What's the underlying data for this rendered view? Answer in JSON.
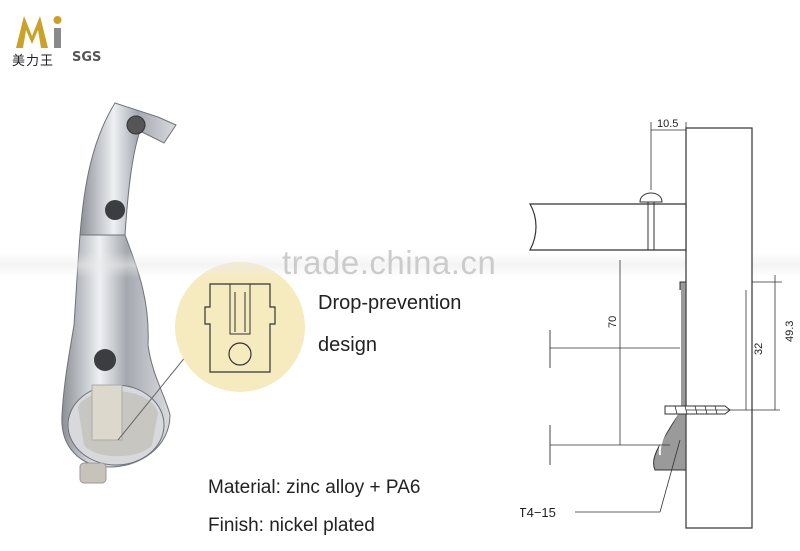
{
  "brand": {
    "chinese_name": "美力王",
    "certification": "SGS"
  },
  "callout": {
    "line1": "Drop-prevention",
    "line2": "design"
  },
  "specs": {
    "material": "Material: zinc alloy + PA6",
    "finish": "Finish: nickel plated"
  },
  "watermark": "trade.china.cn",
  "drawing": {
    "dim_top": "10.5",
    "dim_70": "70",
    "dim_32": "32",
    "dim_49": "49.3",
    "screw_label": "ST4−15"
  },
  "colors": {
    "logo_gold": "#c9a227",
    "logo_grey": "#8a8a8a",
    "callout_bg": "#f6ebbf",
    "chrome": "#b9bcc2"
  }
}
